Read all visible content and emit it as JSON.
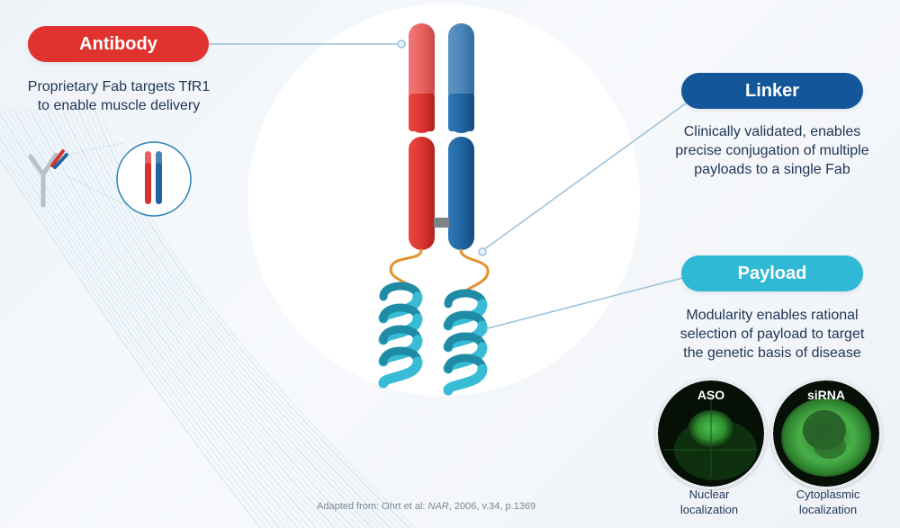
{
  "antibody": {
    "label": "Antibody",
    "desc": [
      "Proprietary Fab targets TfR1",
      "to enable muscle delivery"
    ]
  },
  "linker": {
    "label": "Linker",
    "desc": [
      "Clinically validated, enables",
      "precise conjugation of multiple",
      "payloads to a single Fab"
    ]
  },
  "payload": {
    "label": "Payload",
    "desc": [
      "Modularity enables rational",
      "selection of payload to target",
      "the genetic basis of disease"
    ]
  },
  "micrographs": [
    {
      "title": "ASO",
      "caption": [
        "Nuclear",
        "localization"
      ]
    },
    {
      "title": "siRNA",
      "caption": [
        "Cytoplasmic",
        "localization"
      ]
    }
  ],
  "credit": {
    "prefix": "Adapted from: Ohrt et al: ",
    "journal": "NAR",
    "suffix": ", 2006, v.34, p.1369"
  },
  "colors": {
    "antibody_pill": "#e0322f",
    "linker_pill": "#14569a",
    "payload_pill": "#2fb9d4",
    "heavy_red": "#d8322f",
    "heavy_blue": "#1f64a0",
    "helix": "#35b4ce",
    "linker_line": "#e1922f"
  },
  "icons": [
    "antibody-y-icon",
    "fab-zoom-icon",
    "helix-payload-icon"
  ]
}
